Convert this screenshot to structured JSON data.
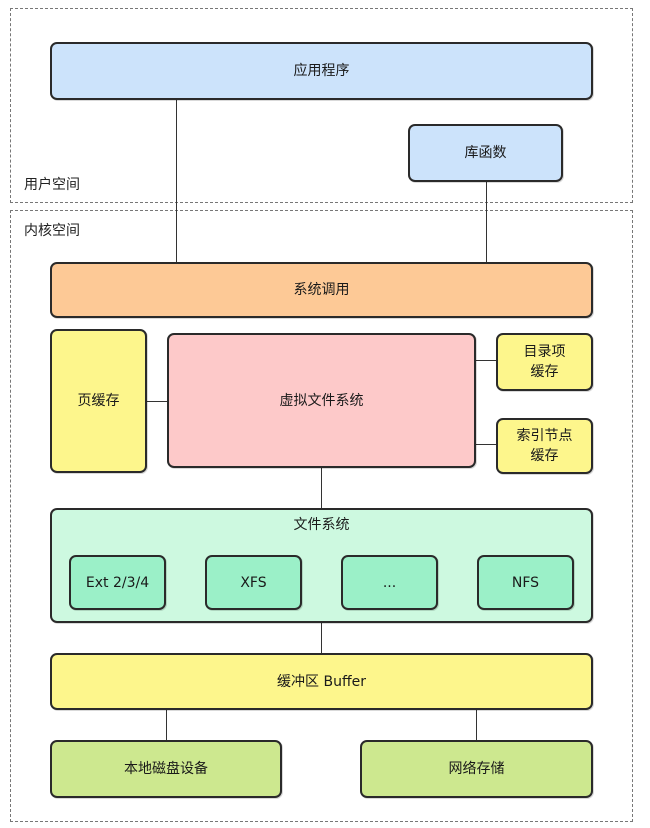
{
  "regions": {
    "user_space": "用户空间",
    "kernel_space": "内核空间"
  },
  "boxes": {
    "application": "应用程序",
    "library_functions": "库函数",
    "system_call": "系统调用",
    "page_cache": "页缓存",
    "vfs": "虚拟文件系统",
    "dentry_cache": "目录项\n缓存",
    "inode_cache": "索引节点\n缓存",
    "file_system": "文件系统",
    "ext": "Ext 2/3/4",
    "xfs": "XFS",
    "ellipsis": "...",
    "nfs": "NFS",
    "buffer": "缓冲区 Buffer",
    "local_disk": "本地磁盘设备",
    "network_storage": "网络存储"
  },
  "colors": {
    "application": "#cce3fb",
    "library_functions": "#cce3fb",
    "system_call": "#fdc996",
    "page_cache": "#fdf68c",
    "vfs": "#fdc9c9",
    "dentry_cache": "#fdf68c",
    "inode_cache": "#fdf68c",
    "file_system": "#cdf9e0",
    "fs_item": "#9bf0c8",
    "buffer": "#fdf68c",
    "device": "#cde88f"
  }
}
